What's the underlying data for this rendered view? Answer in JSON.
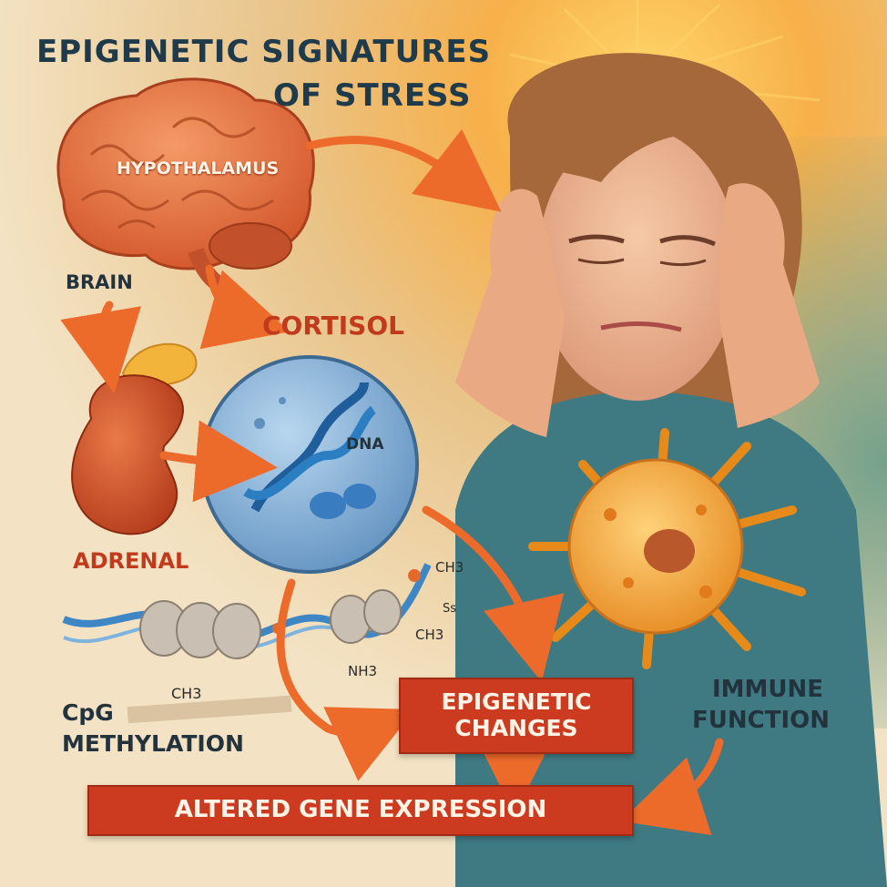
{
  "title": {
    "line1": "EPIGENETIC SIGNATURES",
    "line2": "OF STRESS"
  },
  "labels": {
    "hypothalamus": "HYPOTHALAMUS",
    "brain": "BRAIN",
    "cortisol": "CORTISOL",
    "adrenal": "ADRENAL",
    "dna": "DNA",
    "cpg_line1": "CpG",
    "cpg_line2": "METHYLATION",
    "immune_line1": "IMMUNE",
    "immune_line2": "FUNCTION"
  },
  "chem_labels": {
    "ch3_top": "CH3",
    "ss": "Ss",
    "ch3_mid": "CH3",
    "nh3": "NH3",
    "ch3_bottom": "CH3"
  },
  "boxes": {
    "epigenetic_line1": "EPIGENETIC",
    "epigenetic_line2": "CHANGES",
    "altered": "ALTERED GENE EXPRESSION"
  },
  "colors": {
    "accent": "#cc3a1f",
    "arrow": "#ec6a2a",
    "title": "#1f3a4a",
    "cell": "#f0a028",
    "nucleus": "#7fb0d6"
  }
}
